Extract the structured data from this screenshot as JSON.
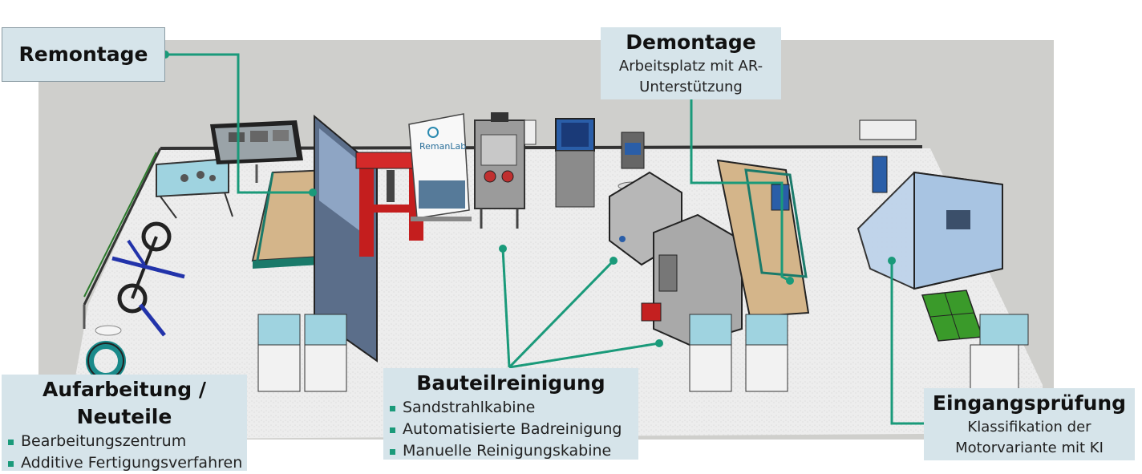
{
  "labels": {
    "remontage": {
      "title": "Remontage"
    },
    "demontage": {
      "title": "Demontage",
      "subtitle_lines": [
        "Arbeitsplatz mit AR-",
        "Unterstützung"
      ]
    },
    "aufarbeitung": {
      "title_lines": [
        "Aufarbeitung /",
        "Neuteile"
      ],
      "items": [
        "Bearbeitungszentrum",
        "Additive Fertigungsverfahren"
      ]
    },
    "bauteilreinigung": {
      "title": "Bauteilreinigung",
      "items": [
        "Sandstrahlkabine",
        "Automatisierte Badreinigung",
        "Manuelle Reinigungskabine"
      ]
    },
    "eingangspruefung": {
      "title": "Eingangsprüfung",
      "subtitle_lines": [
        "Klassifikation der",
        "Motorvariante mit KI"
      ]
    }
  },
  "scene": {
    "poster_text": "RemanLab",
    "colors": {
      "connector": "#1a9a7a",
      "label_bg": "#d6e4ea",
      "floor": "#cfcfcc",
      "carpet": "#ececec"
    }
  }
}
